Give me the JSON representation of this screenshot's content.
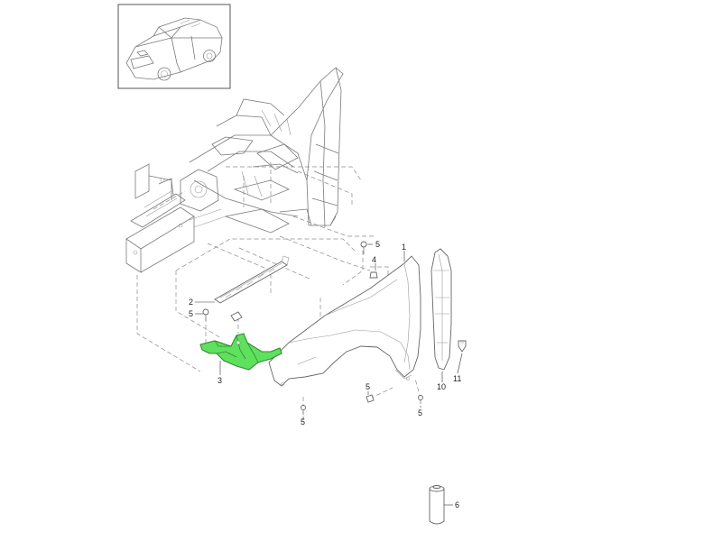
{
  "callouts": {
    "c1": "1",
    "c2": "2",
    "c3": "3",
    "c4": "4",
    "c5a": "5",
    "c5b": "5",
    "c5c": "5",
    "c5d": "5",
    "c5e": "5",
    "c6": "6",
    "c10": "10",
    "c11": "11"
  },
  "colors": {
    "highlight": "#5fe05f",
    "highlight_stroke": "#2e8b2e",
    "line": "#7a7a7a"
  }
}
